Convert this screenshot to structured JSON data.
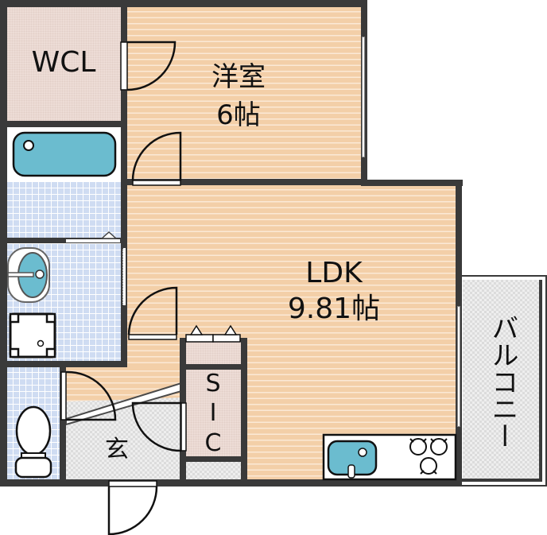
{
  "floorplan": {
    "rooms": {
      "wcl": {
        "label": "WCL"
      },
      "western_room": {
        "label": "洋室",
        "size": "6帖"
      },
      "ldk": {
        "label": "LDK",
        "size": "9.81帖"
      },
      "balcony": {
        "label": "バルコニー"
      },
      "entrance": {
        "label": "玄"
      },
      "sic": {
        "label_s": "S",
        "label_i": "I",
        "label_c": "C"
      }
    },
    "fixtures": [
      "bathtub",
      "washbasin",
      "washing-machine-space",
      "toilet",
      "kitchen-sink",
      "stove-burners"
    ],
    "colors": {
      "wall": "#3a3a3a",
      "wood_floor": "#f3cfa8",
      "tile_floor": "#cfdcf2",
      "closet_floor": "#eddcd6",
      "entrance_floor": "#dcdcdc",
      "fixture_water": "#6bbccf"
    }
  }
}
